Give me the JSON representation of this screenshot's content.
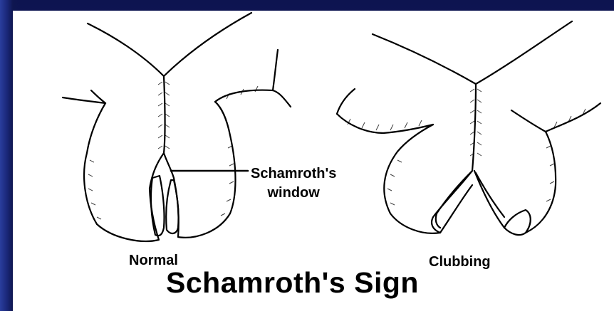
{
  "labels": {
    "normal": "Normal",
    "clubbing": "Clubbing",
    "window_line1": "Schamroth's",
    "window_line2": "window",
    "title": "Schamroth's Sign"
  },
  "colors": {
    "background": "#111a5c",
    "panel": "#ffffff",
    "ink": "#000000"
  }
}
